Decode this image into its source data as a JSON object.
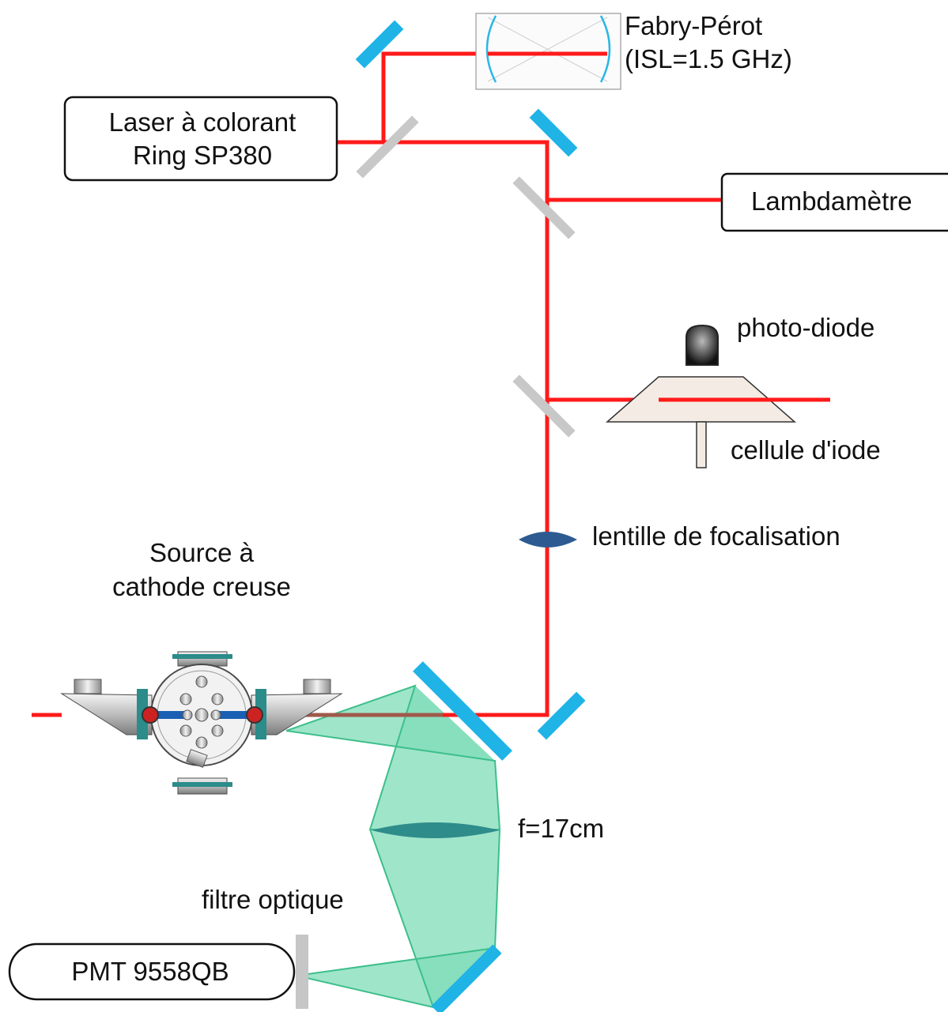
{
  "colors": {
    "beam": "#ff1a1a",
    "mirror": "#1fb3e6",
    "beamsplitter": "#c8c8c8",
    "lens": "#2f5f8f",
    "fluorescence": "#7fdcb8",
    "fluorescence_edge": "#3cbf8a",
    "box_border": "#111111"
  },
  "labels": {
    "laser_line1": "Laser à colorant",
    "laser_line2": "Ring SP380",
    "fabry_line1": "Fabry-Pérot",
    "fabry_line2": "(ISL=1.5 GHz)",
    "lambdametre": "Lambdamètre",
    "photodiode": "photo-diode",
    "iodine_cell": "cellule d'iode",
    "focusing_lens": "lentille de focalisation",
    "source_line1": "Source à",
    "source_line2": "cathode creuse",
    "focal_length": "f=17cm",
    "optical_filter": "filtre optique",
    "pmt": "PMT 9558QB"
  },
  "icons": {
    "mirror": "mirror-icon",
    "beamsplitter": "beamsplitter-icon",
    "lens": "lens-icon",
    "photodiode": "photodiode-icon",
    "hollow_cathode": "hollow-cathode-source-icon"
  }
}
